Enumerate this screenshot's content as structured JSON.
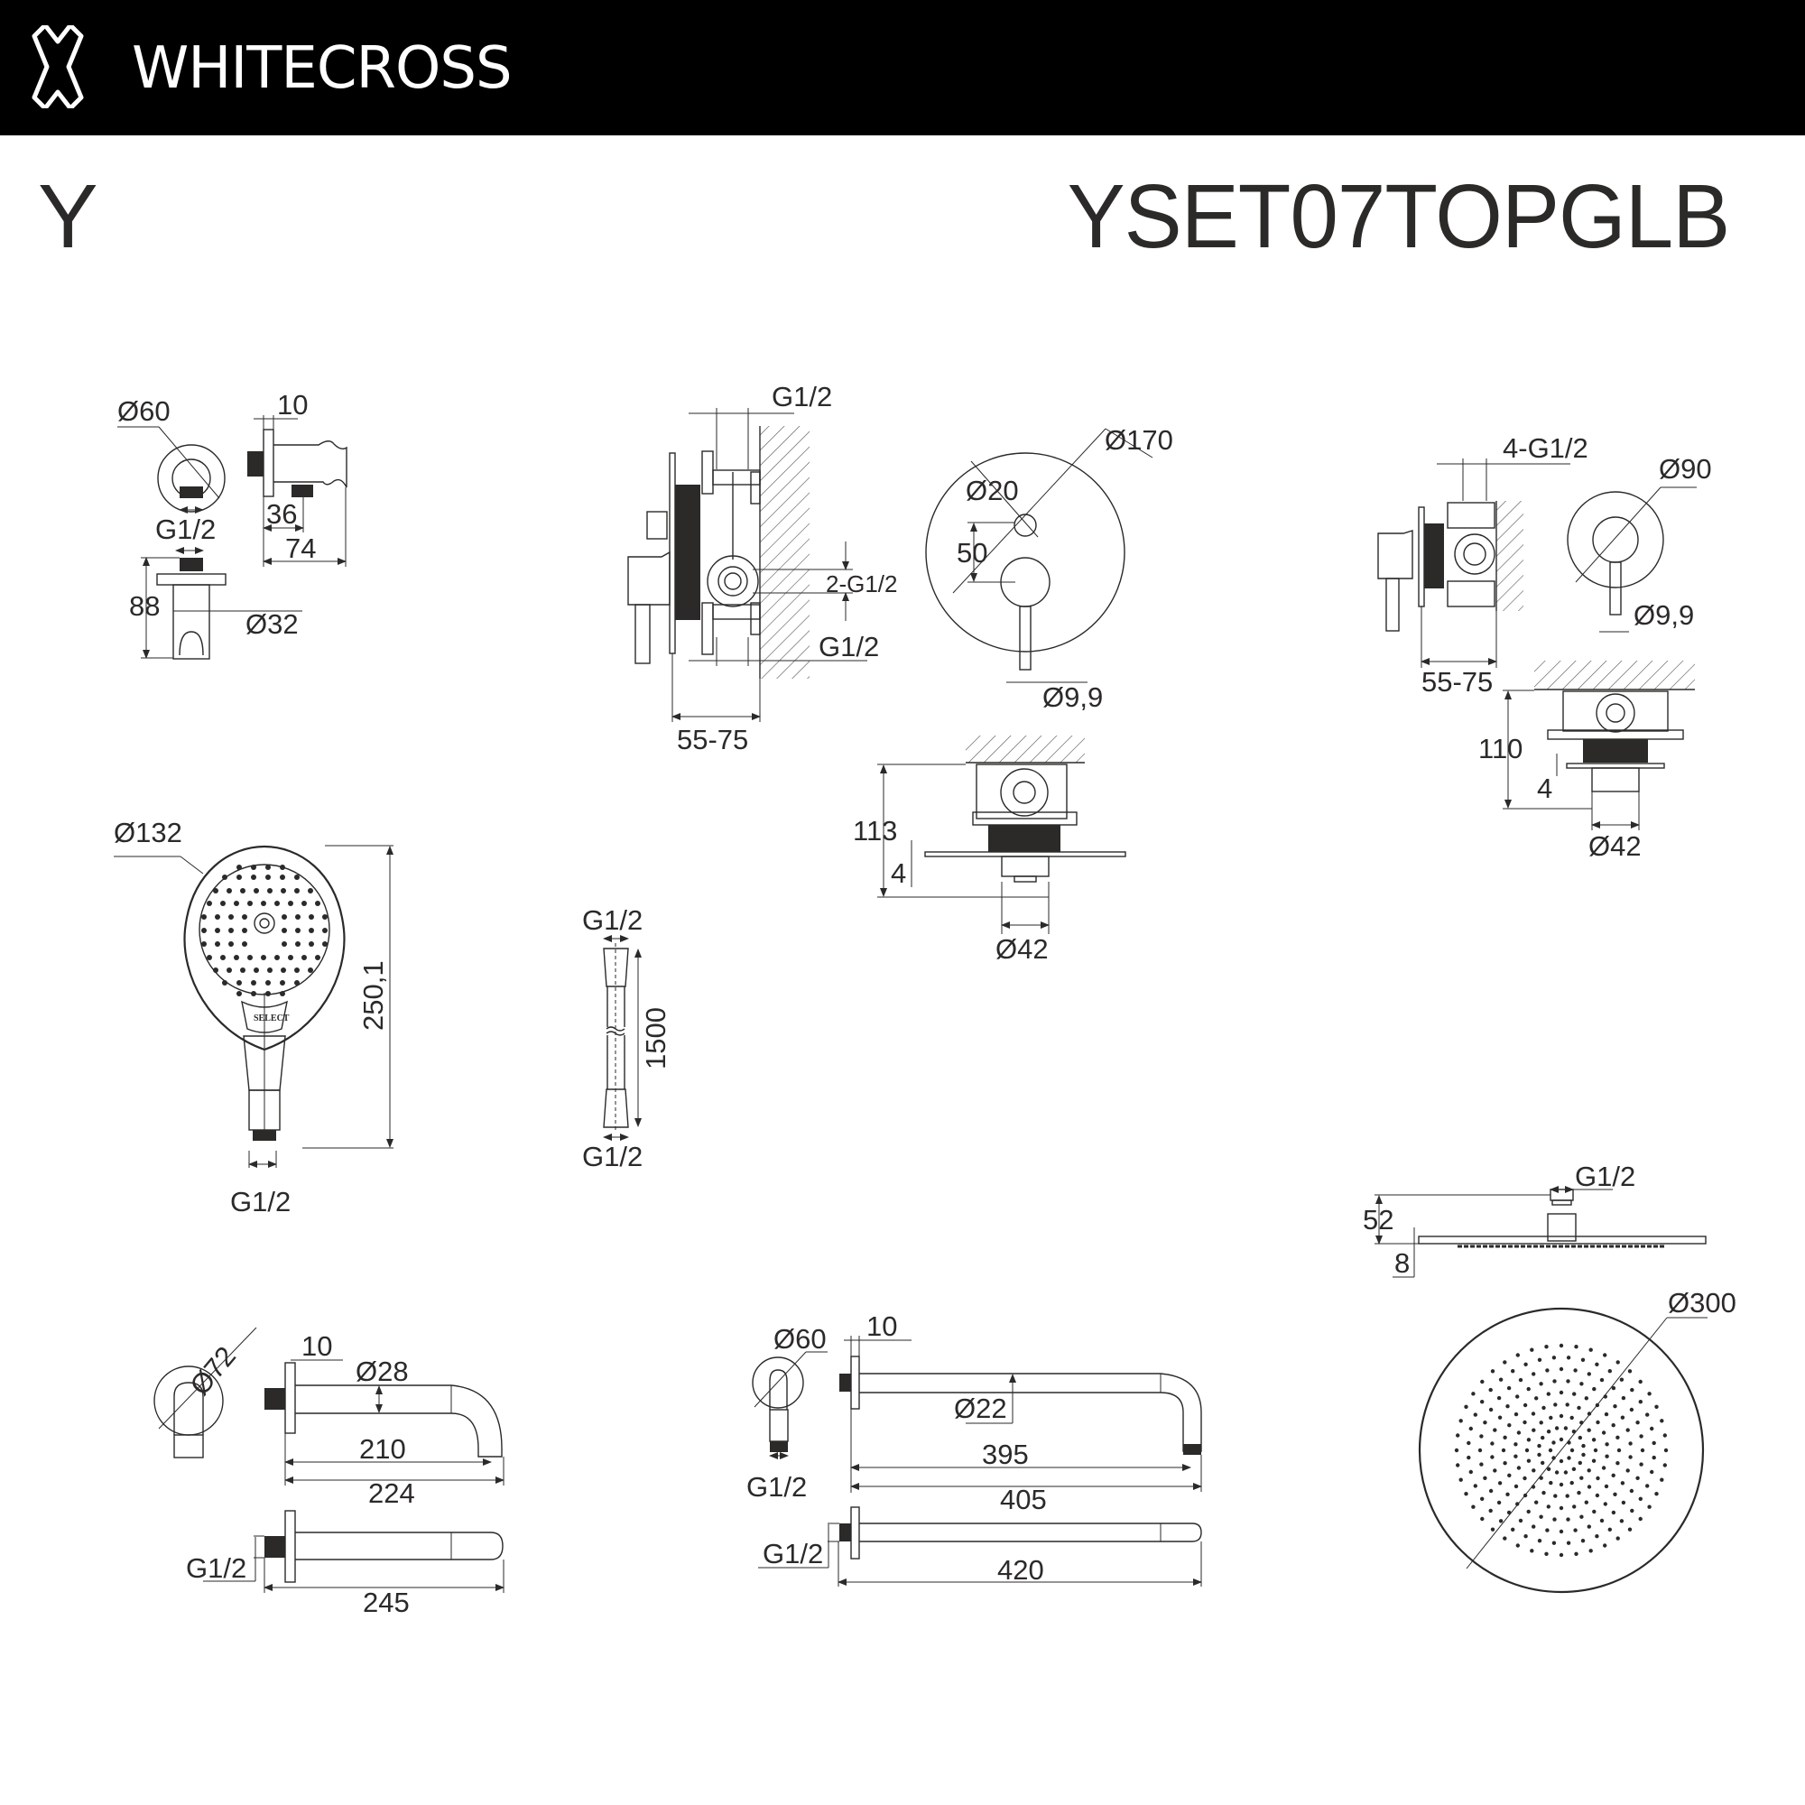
{
  "header": {
    "brand": "WHITECROSS",
    "logo_icon": "white-cross-logo-icon",
    "background": "#000000",
    "text_color": "#ffffff"
  },
  "title": {
    "series": "Y",
    "model": "YSET07TOPGLB",
    "color": "#2b2a29"
  },
  "components": {
    "wall_outlet_holder": {
      "dia_flange": "Ø60",
      "flange_thickness": "10",
      "thread": "G1/2",
      "outlet_offset": "36",
      "depth": "74",
      "height": "88",
      "holder_dia": "Ø32"
    },
    "diverter_mixer_side": {
      "inlet_top": "G1/2",
      "outlets": "2-G1/2",
      "inlet_bottom": "G1/2",
      "install_depth": "55-75"
    },
    "diverter_mixer_front": {
      "plate_dia": "Ø170",
      "button_dia": "Ø20",
      "button_offset": "50",
      "lever_dia": "Ø9,9"
    },
    "diverter_mixer_top": {
      "height": "113",
      "plate_thickness": "4",
      "body_dia": "Ø42"
    },
    "single_mixer_side": {
      "connections": "4-G1/2",
      "install_depth": "55-75"
    },
    "single_mixer_front": {
      "plate_dia": "Ø90",
      "lever_dia": "Ø9,9"
    },
    "single_mixer_top": {
      "height": "110",
      "plate_thickness": "4",
      "body_dia": "Ø42"
    },
    "hand_shower": {
      "head_dia": "Ø132",
      "length": "250,1",
      "thread": "G1/2",
      "badge": "SELECT"
    },
    "hose": {
      "thread_top": "G1/2",
      "length": "1500",
      "thread_bottom": "G1/2"
    },
    "bath_spout": {
      "flange_dia": "Ø72",
      "flange_thickness": "10",
      "pipe_dia": "Ø28",
      "reach": "210",
      "overall": "224",
      "thread": "G1/2",
      "total_length": "245"
    },
    "shower_arm": {
      "flange_dia": "Ø60",
      "flange_thickness": "10",
      "pipe_dia": "Ø22",
      "thread": "G1/2",
      "reach": "395",
      "overall": "405",
      "thread_bottom": "G1/2",
      "total_length": "420"
    },
    "rain_shower_side": {
      "thread": "G1/2",
      "height": "52",
      "thickness": "8"
    },
    "rain_shower_top": {
      "dia": "Ø300"
    }
  }
}
